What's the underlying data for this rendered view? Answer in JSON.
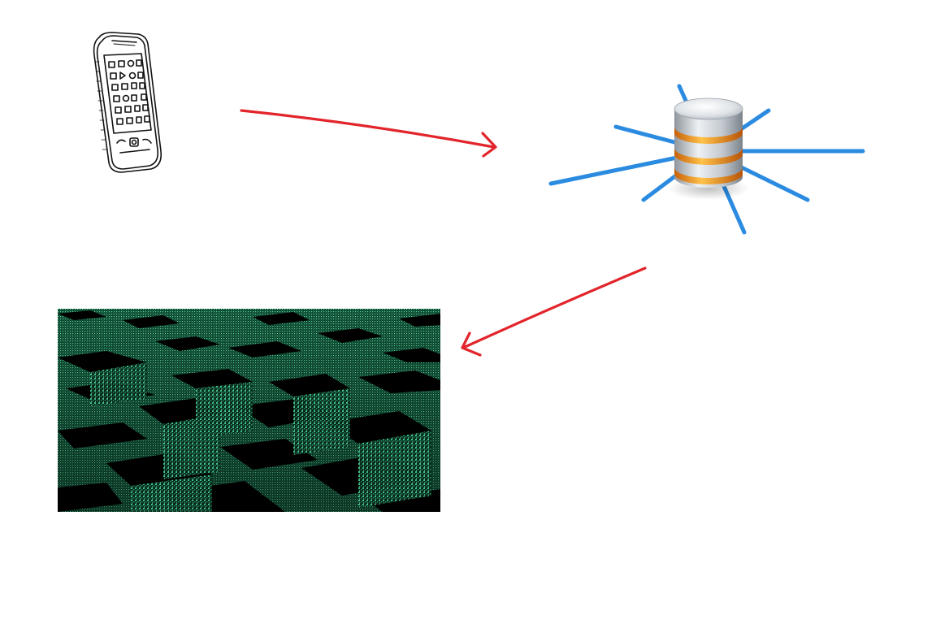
{
  "diagram": {
    "nodes": [
      {
        "id": "phone",
        "icon": "mobile-phone-sketch-icon"
      },
      {
        "id": "database-network",
        "icon": "database-network-icon"
      },
      {
        "id": "data-matrix",
        "icon": "green-data-grid-image"
      }
    ],
    "edges": [
      {
        "from": "phone",
        "to": "database-network"
      },
      {
        "from": "database-network",
        "to": "data-matrix"
      }
    ],
    "colors": {
      "arrow": "#e2242b",
      "db_silver": "#c9ced3",
      "db_band": "#2f8fe0",
      "db_core_band": "#f39a1c",
      "matrix_green": "#3fbf85",
      "matrix_bg": "#000000"
    }
  }
}
